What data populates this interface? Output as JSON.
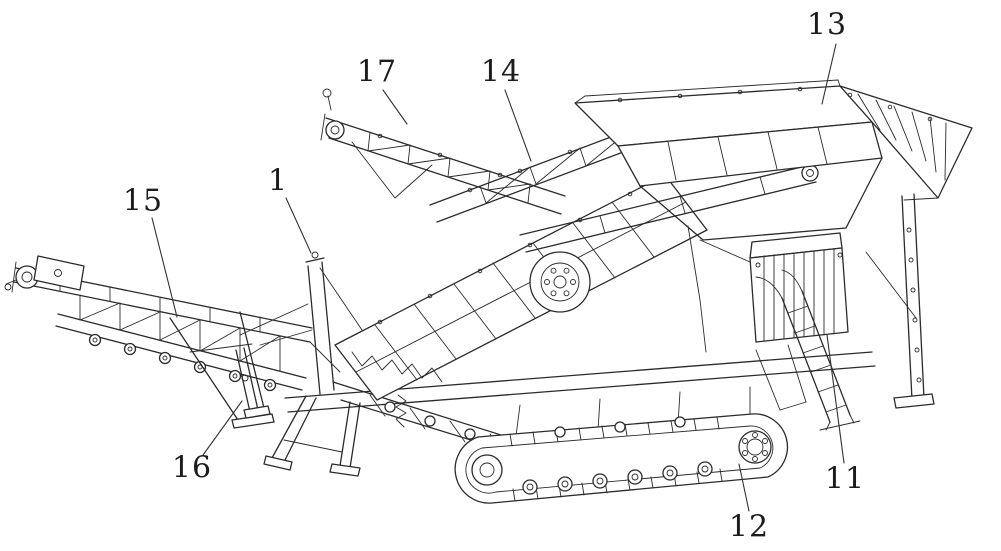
{
  "labels": {
    "n1": "1",
    "n11": "11",
    "n12": "12",
    "n13": "13",
    "n14": "14",
    "n15": "15",
    "n16": "16",
    "n17": "17"
  }
}
